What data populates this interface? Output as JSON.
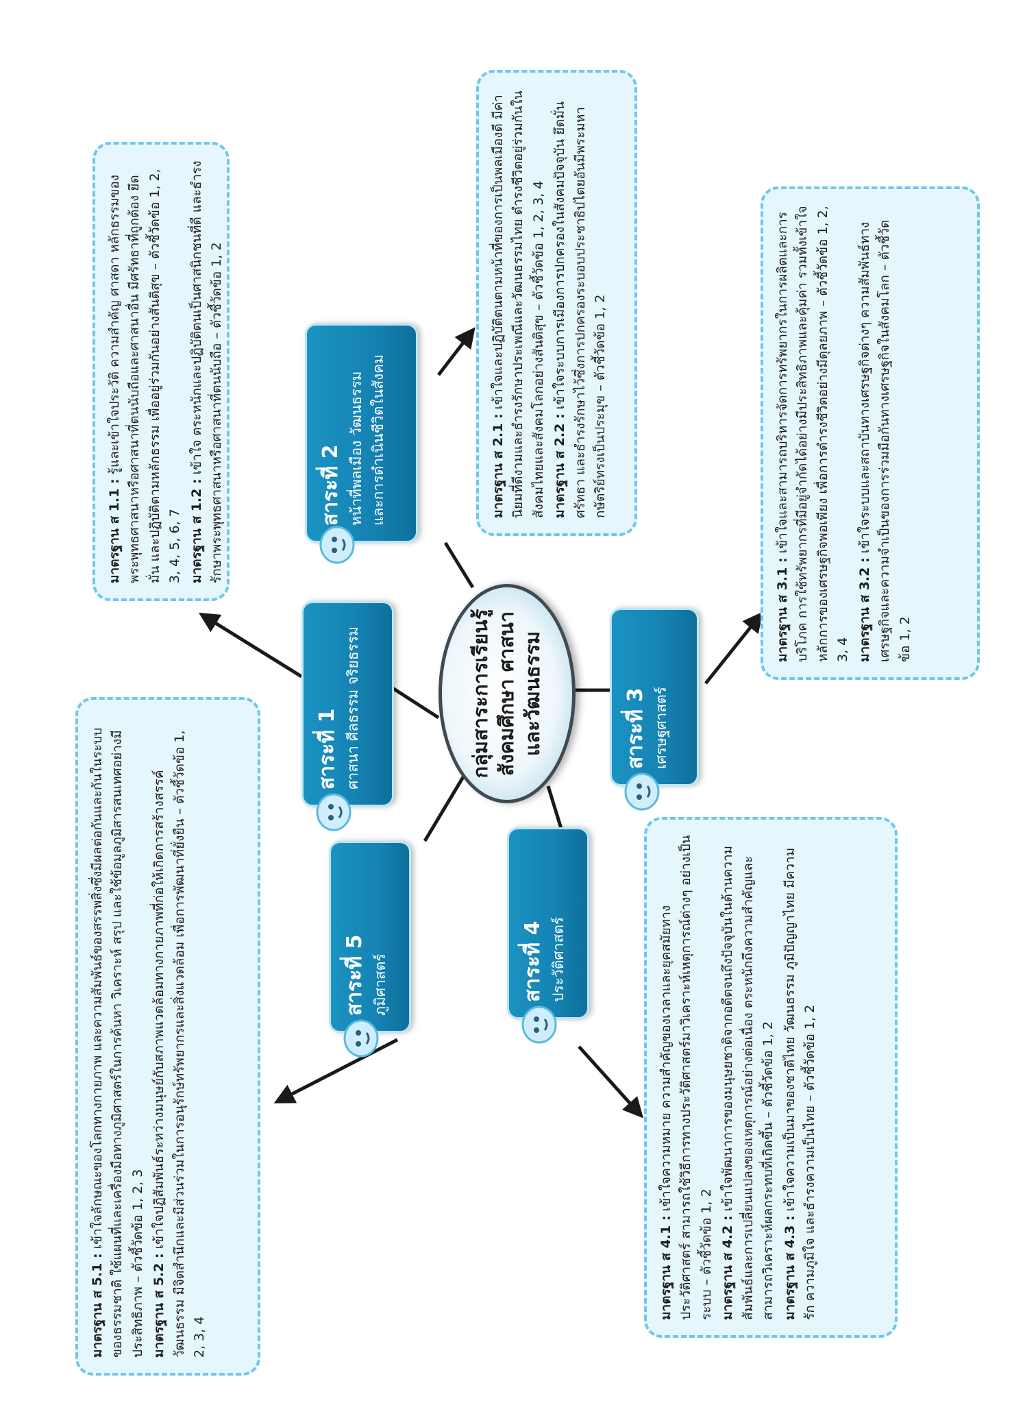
{
  "center": {
    "line1": "กลุ่มสาระการเรียนรู้",
    "line2": "สังคมศึกษา ศาสนา",
    "line3": "และวัฒนธรรม"
  },
  "strands": {
    "s1": {
      "title": "สาระที่ 1",
      "subtitle": "ศาสนา ศีลธรรม จริยธรรม"
    },
    "s2": {
      "title": "สาระที่ 2",
      "subtitle1": "หน้าที่พลเมือง วัฒนธรรม",
      "subtitle2": "และการดำเนินชีวิตในสังคม"
    },
    "s3": {
      "title": "สาระที่ 3",
      "subtitle": "เศรษฐศาสตร์"
    },
    "s4": {
      "title": "สาระที่ 4",
      "subtitle": "ประวัติศาสตร์"
    },
    "s5": {
      "title": "สาระที่ 5",
      "subtitle": "ภูมิศาสตร์"
    }
  },
  "standards": {
    "s1": [
      {
        "code": "มาตรฐาน ส 1.1 :",
        "text": "รู้และเข้าใจประวัติ ความสำคัญ ศาสดา หลักธรรมของพระพุทธศาสนาหรือศาสนาที่ตนนับถือและศาสนาอื่น มีศรัทธาที่ถูกต้อง ยึดมั่น และปฏิบัติตามหลักธรรม เพื่ออยู่ร่วมกันอย่างสันติสุข – ตัวชี้วัดข้อ 1, 2, 3, 4, 5, 6, 7"
      },
      {
        "code": "มาตรฐาน ส 1.2 :",
        "text": "เข้าใจ ตระหนักและปฏิบัติตนเป็นศาสนิกชนที่ดี และธำรงรักษาพระพุทธศาสนาหรือศาสนาที่ตนนับถือ – ตัวชี้วัดข้อ 1, 2"
      }
    ],
    "s2": [
      {
        "code": "มาตรฐาน ส 2.1 :",
        "text": "เข้าใจและปฏิบัติตนตามหน้าที่ของการเป็นพลเมืองดี มีค่านิยมที่ดีงามและธำรงรักษาประเพณีและวัฒนธรรมไทย ดำรงชีวิตอยู่ร่วมกันในสังคมไทยและสังคมโลกอย่างสันติสุข – ตัวชี้วัดข้อ 1, 2, 3, 4"
      },
      {
        "code": "มาตรฐาน ส 2.2 :",
        "text": "เข้าใจระบบการเมืองการปกครองในสังคมปัจจุบัน ยึดมั่น ศรัทธา และธำรงรักษาไว้ซึ่งการปกครองระบอบประชาธิปไตยอันมีพระมหากษัตริย์ทรงเป็นประมุข – ตัวชี้วัดข้อ 1, 2"
      }
    ],
    "s3": [
      {
        "code": "มาตรฐาน ส 3.1 :",
        "text": "เข้าใจและสามารถบริหารจัดการทรัพยากรในการผลิตและการบริโภค การใช้ทรัพยากรที่มีอยู่จำกัดได้อย่างมีประสิทธิภาพและคุ้มค่า รวมทั้งเข้าใจหลักการของเศรษฐกิจพอเพียง เพื่อการดำรงชีวิตอย่างมีดุลยภาพ – ตัวชี้วัดข้อ 1, 2, 3, 4"
      },
      {
        "code": "มาตรฐาน ส 3.2 :",
        "text": "เข้าใจระบบและสถาบันทางเศรษฐกิจต่างๆ ความสัมพันธ์ทางเศรษฐกิจและความจำเป็นของการร่วมมือกันทางเศรษฐกิจในสังคมโลก – ตัวชี้วัดข้อ 1, 2"
      }
    ],
    "s4": [
      {
        "code": "มาตรฐาน ส 4.1 :",
        "text": "เข้าใจความหมาย ความสำคัญของเวลาและยุคสมัยทางประวัติศาสตร์ สามารถใช้วิธีการทางประวัติศาสตร์มาวิเคราะห์เหตุการณ์ต่างๆ อย่างเป็นระบบ – ตัวชี้วัดข้อ 1, 2"
      },
      {
        "code": "มาตรฐาน ส 4.2 :",
        "text": "เข้าใจพัฒนาการของมนุษยชาติจากอดีตจนถึงปัจจุบันในด้านความสัมพันธ์และการเปลี่ยนแปลงของเหตุการณ์อย่างต่อเนื่อง ตระหนักถึงความสำคัญและสามารถวิเคราะห์ผลกระทบที่เกิดขึ้น – ตัวชี้วัดข้อ 1, 2"
      },
      {
        "code": "มาตรฐาน ส 4.3 :",
        "text": "เข้าใจความเป็นมาของชาติไทย วัฒนธรรม ภูมิปัญญาไทย มีความรัก ความภูมิใจ และธำรงความเป็นไทย – ตัวชี้วัดข้อ 1, 2"
      }
    ],
    "s5": [
      {
        "code": "มาตรฐาน ส 5.1 :",
        "text": "เข้าใจลักษณะของโลกทางกายภาพ และความสัมพันธ์ของสรรพสิ่งซึ่งมีผลต่อกันและกันในระบบของธรรมชาติ ใช้แผนที่และเครื่องมือทางภูมิศาสตร์ในการค้นหา วิเคราะห์ สรุป และใช้ข้อมูลภูมิสารสนเทศอย่างมีประสิทธิภาพ – ตัวชี้วัดข้อ 1, 2, 3"
      },
      {
        "code": "มาตรฐาน ส 5.2 :",
        "text": "เข้าใจปฏิสัมพันธ์ระหว่างมนุษย์กับสภาพแวดล้อมทางกายภาพที่ก่อให้เกิดการสร้างสรรค์วัฒนธรรม มีจิตสำนึกและมีส่วนร่วมในการอนุรักษ์ทรัพยากรและสิ่งแวดล้อม เพื่อการพัฒนาที่ยั่งยืน – ตัวชี้วัดข้อ 1, 2, 3, 4"
      }
    ]
  },
  "colors": {
    "node": "#1582b2",
    "box_border": "#6ec7ec",
    "box_fill": "#e6f6fd",
    "line": "#1a1a1a"
  }
}
